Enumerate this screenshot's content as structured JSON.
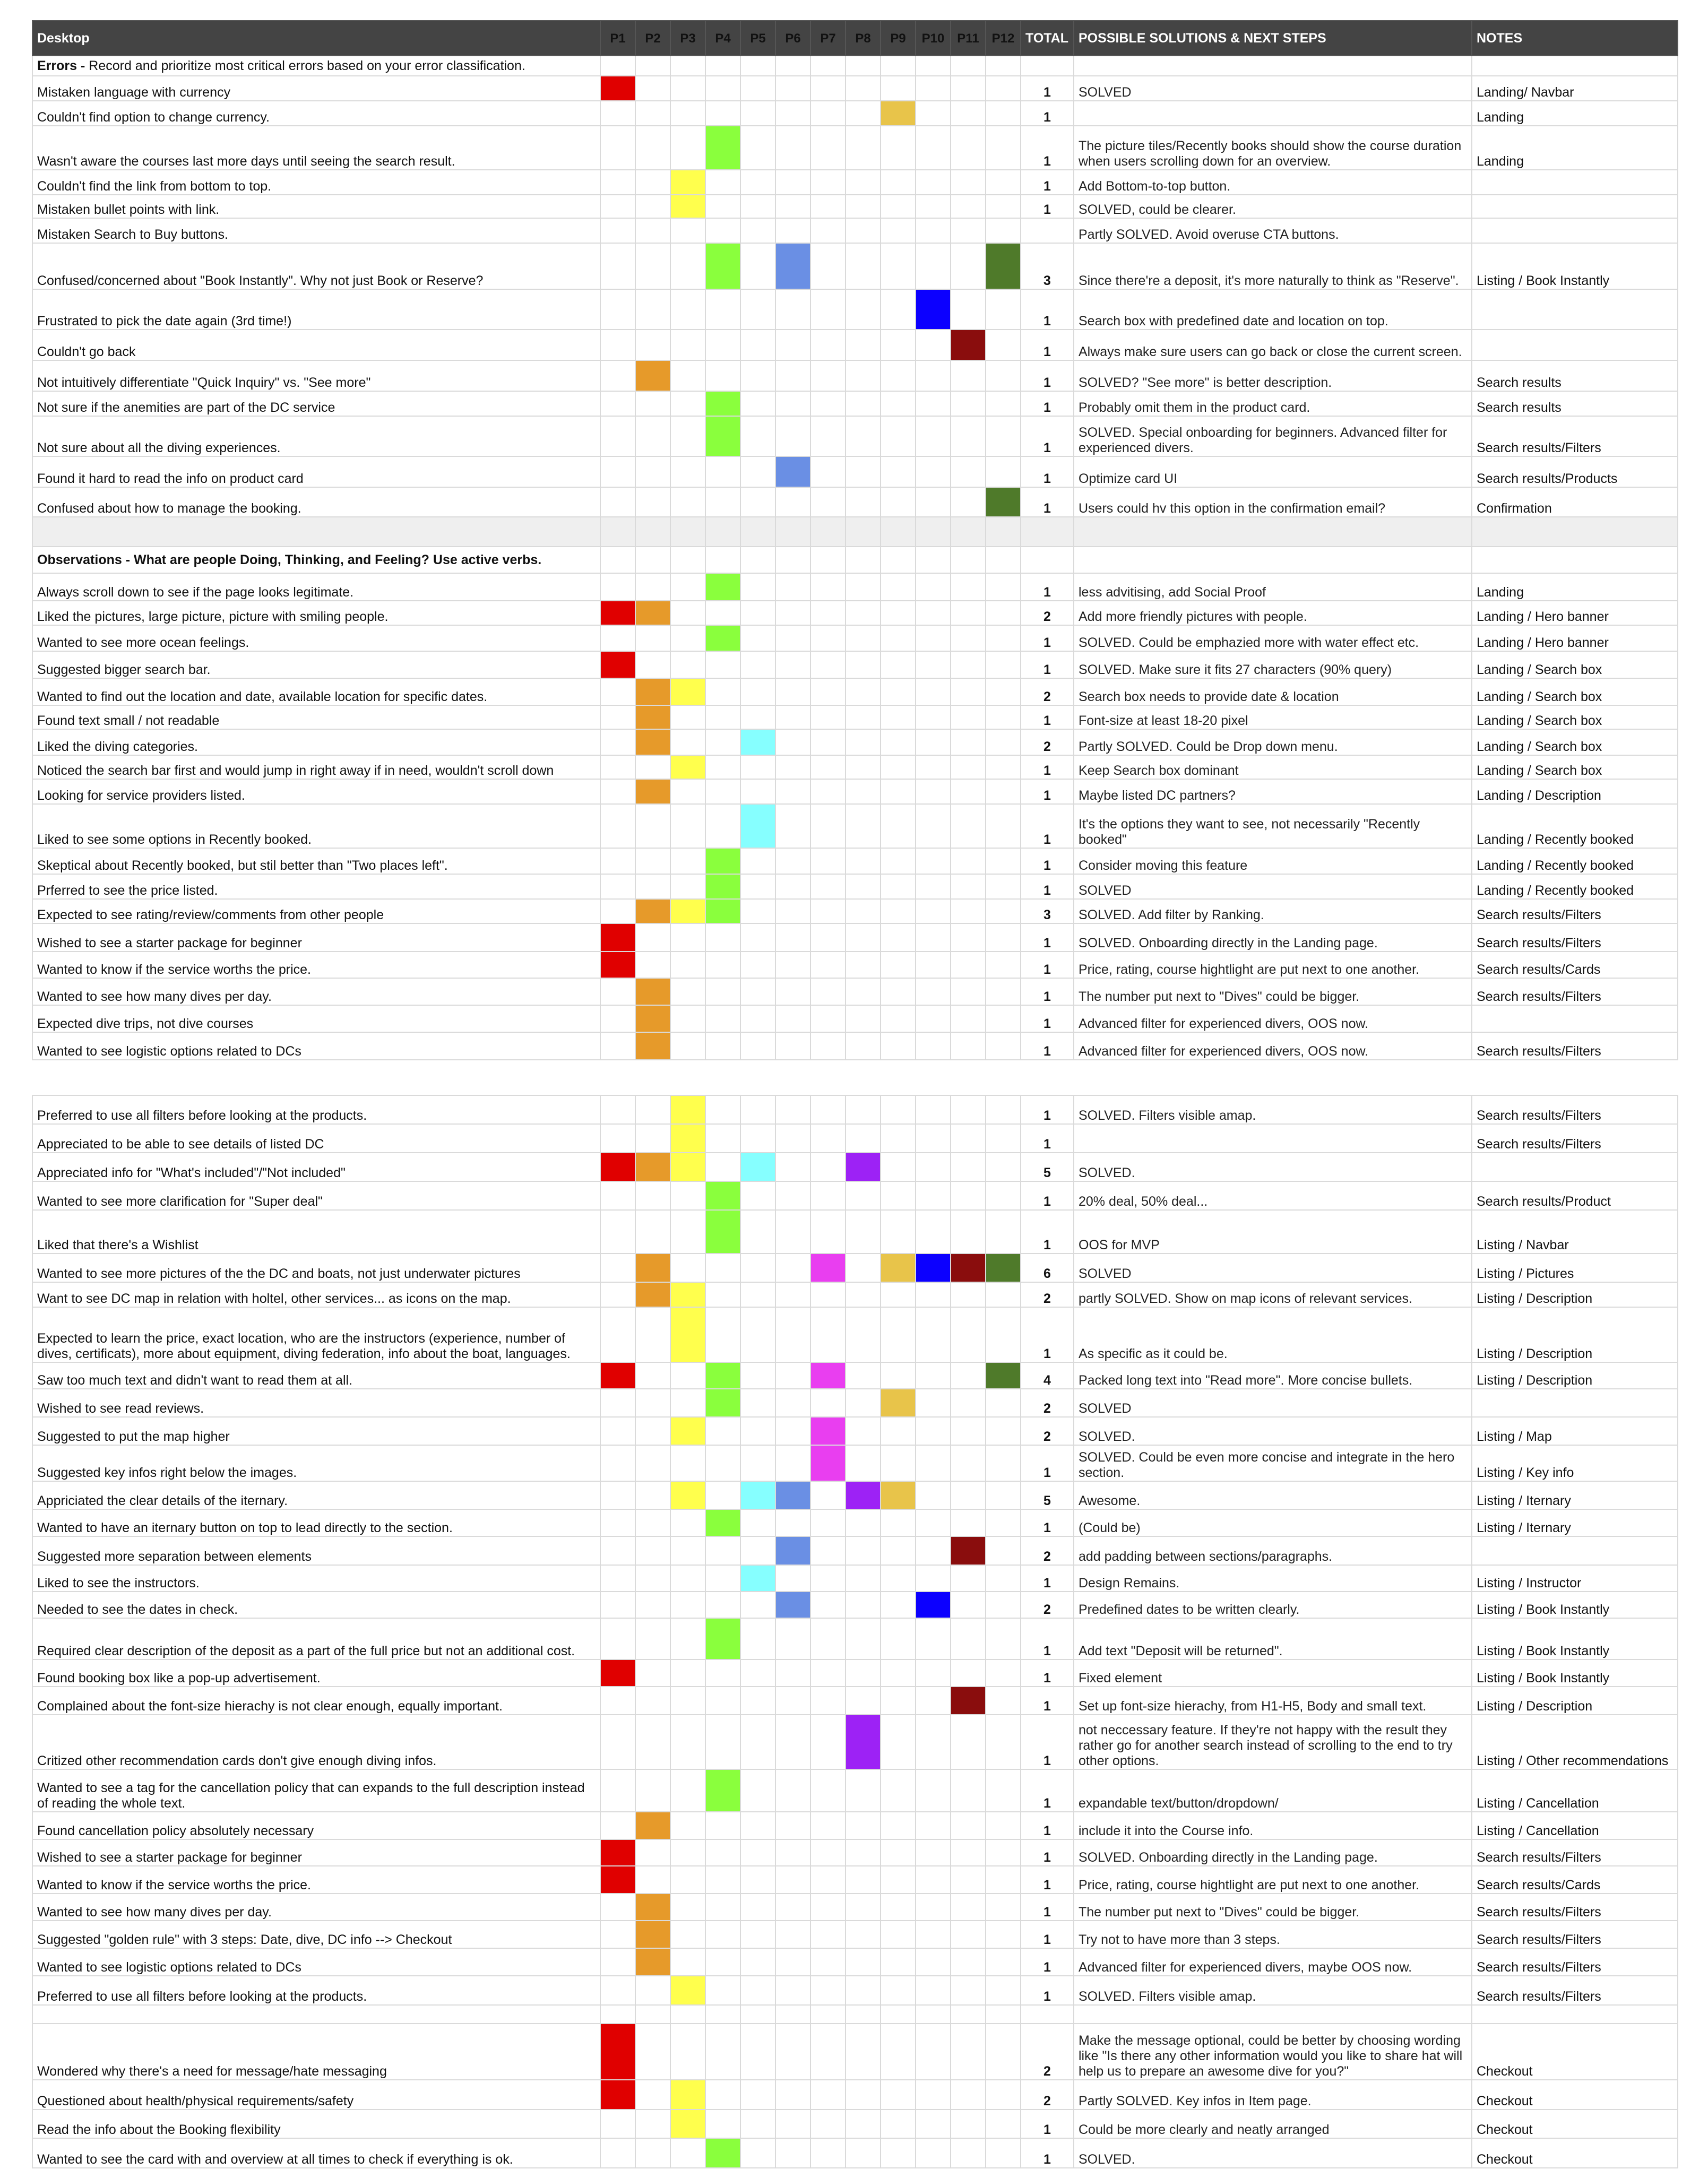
{
  "colors": {
    "P1": "#e00000",
    "P2": "#e69a2a",
    "P3": "#ffff4d",
    "P4": "#8aff3d",
    "P5": "#86ffff",
    "P6": "#6a8fe4",
    "P7": "#e93ef0",
    "P8": "#9d22f5",
    "P9": "#e8c44a",
    "P10": "#0c00ff",
    "P11": "#8a0d0d",
    "P12": "#4f7a2a"
  },
  "headers": {
    "desktop": "Desktop",
    "participants": [
      "P1",
      "P2",
      "P3",
      "P4",
      "P5",
      "P6",
      "P7",
      "P8",
      "P9",
      "P10",
      "P11",
      "P12"
    ],
    "total": "TOTAL",
    "solutions": "POSSIBLE SOLUTIONS & NEXT STEPS",
    "notes": "NOTES"
  },
  "sections": {
    "errors_title": "Errors - ",
    "errors_desc": "Record and prioritize most critical errors based on your error classification.",
    "observations_title": "Observations - What are people Doing, Thinking, and Feeling? Use active verbs."
  },
  "table1_errors": [
    {
      "text": "Mistaken language with currency",
      "p": [
        "P1"
      ],
      "total": "1",
      "sol": "SOLVED",
      "note": "Landing/ Navbar",
      "h": 47
    },
    {
      "text": "Couldn't find option to change currency.",
      "p": [
        "P9"
      ],
      "total": "1",
      "sol": "",
      "note": "Landing",
      "h": 47
    },
    {
      "text": "Wasn't aware the courses last more days until seeing the search result.",
      "p": [
        "P4"
      ],
      "total": "1",
      "sol": "The picture tiles/Recently books should show the course duration when users scrolling down for an overview.",
      "note": "Landing",
      "h": 83
    },
    {
      "text": "Couldn't find the link from bottom to top.",
      "p": [
        "P3"
      ],
      "total": "1",
      "sol": "Add Bottom-to-top button.",
      "note": "",
      "h": 47
    },
    {
      "text": "Mistaken bullet points with link.",
      "p": [
        "P3"
      ],
      "total": "1",
      "sol": "SOLVED, could be clearer.",
      "note": "",
      "h": 44
    },
    {
      "text": "Mistaken Search to Buy buttons.",
      "p": [],
      "total": "",
      "sol": "Partly SOLVED. Avoid overuse CTA buttons.",
      "note": "",
      "h": 47
    },
    {
      "text": "Confused/concerned about \"Book Instantly\". Why not just Book or Reserve?",
      "p": [
        "P4",
        "P6",
        "P12"
      ],
      "total": "3",
      "sol": "Since there're a deposit, it's more naturally to think as \"Reserve\".",
      "note": "Listing / Book Instantly",
      "h": 87
    },
    {
      "text": "Frustrated to pick the date again (3rd time!)",
      "p": [
        "P10"
      ],
      "total": "1",
      "sol": "Search box with predefined date and location on top.",
      "note": "",
      "h": 76
    },
    {
      "text": "Couldn't go back",
      "p": [
        "P11"
      ],
      "total": "1",
      "sol": "Always make sure users can go back or close the current screen.",
      "note": "",
      "h": 58
    },
    {
      "text": "Not intuitively differentiate \"Quick Inquiry\" vs. \"See more\"",
      "p": [
        "P2"
      ],
      "total": "1",
      "sol": "SOLVED? \"See more\" is better description.",
      "note": "Search results",
      "h": 58
    },
    {
      "text": "Not sure if the anemities are part of the DC service",
      "p": [
        "P4"
      ],
      "total": "1",
      "sol": "Probably omit them in the product card.",
      "note": "Search results",
      "h": 47
    },
    {
      "text": "Not sure about all the diving experiences.",
      "p": [
        "P4"
      ],
      "total": "1",
      "sol": "SOLVED. Special onboarding for beginners. Advanced filter for experienced divers.",
      "note": "Search results/Filters",
      "h": 76
    },
    {
      "text": "Found it hard to read the info on product card",
      "p": [
        "P6"
      ],
      "total": "1",
      "sol": "Optimize card UI",
      "note": "Search results/Products",
      "h": 58
    },
    {
      "text": "Confused about how to  manage the booking.",
      "p": [
        "P12"
      ],
      "total": "1",
      "sol": "Users could hv this option in the confirmation email?",
      "note": "Confirmation",
      "h": 56
    }
  ],
  "table1_obs": [
    {
      "text": "Always scroll down to see if the page looks legitimate.",
      "p": [
        "P4"
      ],
      "total": "1",
      "sol": "less advitising, add Social Proof",
      "note": "Landing",
      "h": 52
    },
    {
      "text": "Liked the pictures, large picture, picture with smiling people.",
      "p": [
        "P1",
        "P2"
      ],
      "total": "2",
      "sol": "Add more friendly pictures with people.",
      "note": "Landing / Hero banner",
      "h": 46
    },
    {
      "text": "Wanted to see more ocean feelings.",
      "p": [
        "P4"
      ],
      "total": "1",
      "sol": "SOLVED. Could be emphazied more with water effect etc.",
      "note": "Landing / Hero banner",
      "h": 49
    },
    {
      "text": "Suggested bigger search bar.",
      "p": [
        "P1"
      ],
      "total": "1",
      "sol": "SOLVED.  Make sure it fits 27 characters (90% query)",
      "note": "Landing / Search box",
      "h": 51
    },
    {
      "text": "Wanted to find out the location and date, available location for specific dates.",
      "p": [
        "P2",
        "P3"
      ],
      "total": "2",
      "sol": "Search box needs to provide date & location",
      "note": "Landing / Search box",
      "h": 51
    },
    {
      "text": "Found text small / not readable",
      "p": [
        "P2"
      ],
      "total": "1",
      "sol": "Font-size at least 18-20 pixel",
      "note": "Landing / Search box",
      "h": 45
    },
    {
      "text": "Liked the diving categories.",
      "p": [
        "P2",
        "P5"
      ],
      "total": "2",
      "sol": "Partly SOLVED. Could be Drop down menu.",
      "note": "Landing / Search box",
      "h": 49
    },
    {
      "text": "Noticed the search bar first and would jump in right away if in need, wouldn't scroll down",
      "p": [
        "P3"
      ],
      "total": "1",
      "sol": "Keep Search box dominant",
      "note": "Landing / Search box",
      "h": 45
    },
    {
      "text": "Looking for service providers listed.",
      "p": [
        "P2"
      ],
      "total": "1",
      "sol": "Maybe listed DC partners?",
      "note": "Landing / Description",
      "h": 47
    },
    {
      "text": "Liked to see some options in Recently booked.",
      "p": [
        "P5"
      ],
      "total": "1",
      "sol": "It's the options they want to see, not necessarily \"Recently booked\"",
      "note": "Landing / Recently booked",
      "h": 83
    },
    {
      "text": "Skeptical about Recently booked, but stil better than \"Two places left\".",
      "p": [
        "P4"
      ],
      "total": "1",
      "sol": "Consider moving this feature",
      "note": "Landing / Recently booked",
      "h": 49
    },
    {
      "text": "Prferred to see the price listed.",
      "p": [
        "P4"
      ],
      "total": "1",
      "sol": "SOLVED",
      "note": "Landing / Recently booked",
      "h": 47
    },
    {
      "text": "Expected to see rating/review/comments from other people",
      "p": [
        "P2",
        "P3",
        "P4"
      ],
      "total": "3",
      "sol": "SOLVED. Add filter by Ranking.",
      "note": "Search results/Filters",
      "h": 46
    },
    {
      "text": "Wished to see a starter package for beginner",
      "p": [
        "P1"
      ],
      "total": "1",
      "sol": "SOLVED. Onboarding directly in the Landing page.",
      "note": "Search results/Filters",
      "h": 53
    },
    {
      "text": "Wanted to know if the service worths the price.",
      "p": [
        "P1"
      ],
      "total": "1",
      "sol": "Price, rating, course hightlight are  put next to one another.",
      "note": "Search results/Cards",
      "h": 50
    },
    {
      "text": "Wanted to see how many dives per day.",
      "p": [
        "P2"
      ],
      "total": "1",
      "sol": "The number put next to \"Dives\" could be bigger.",
      "note": "Search results/Filters",
      "h": 51
    },
    {
      "text": "Expected dive trips, not dive courses",
      "p": [
        "P2"
      ],
      "total": "1",
      "sol": "Advanced filter for experienced divers,  OOS now.",
      "note": "",
      "h": 51
    },
    {
      "text": "Wanted to see logistic options related to DCs",
      "p": [
        "P2"
      ],
      "total": "1",
      "sol": "Advanced filter for experienced divers, OOS now.",
      "note": "Search results/Filters",
      "h": 52
    }
  ],
  "table2": [
    {
      "text": "Preferred to use all filters before looking at the products.",
      "p": [
        "P3"
      ],
      "total": "1",
      "sol": "SOLVED. Filters visible amap.",
      "note": "Search results/Filters",
      "h": 54
    },
    {
      "text": "Appreciated to be able to see details of listed DC",
      "p": [
        "P3"
      ],
      "total": "1",
      "sol": "",
      "note": "Search results/Filters",
      "h": 54
    },
    {
      "text": "Appreciated info for \"What's included\"/\"Not included\"",
      "p": [
        "P1",
        "P2",
        "P3",
        "P5",
        "P8"
      ],
      "total": "5",
      "sol": "SOLVED.",
      "note": "",
      "h": 54
    },
    {
      "text": "Wanted to see more clarification for \"Super deal\"",
      "p": [
        "P4"
      ],
      "total": "1",
      "sol": "20% deal, 50% deal...",
      "note": "Search results/Product",
      "h": 54
    },
    {
      "text": "Liked that there's a Wishlist",
      "p": [
        "P4"
      ],
      "total": "1",
      "sol": "OOS for MVP",
      "note": "Listing / Navbar",
      "h": 82
    },
    {
      "text": "Wanted to see more pictures of the the DC and boats, not just underwater pictures",
      "p": [
        "P2",
        "P7",
        "P9",
        "P10",
        "P11",
        "P12"
      ],
      "total": "6",
      "sol": "SOLVED",
      "note": "Listing / Pictures",
      "h": 54
    },
    {
      "text": "Want to see DC map in relation with holtel, other services... as icons on the map.",
      "p": [
        "P2",
        "P3"
      ],
      "total": "2",
      "sol": "partly SOLVED. Show on map icons of relevant services.",
      "note": "Listing / Description",
      "h": 47
    },
    {
      "text": "Expected to learn the price, exact location, who are the instructors (experience, number of dives, certificats), more about equipment, diving federation, info about the boat, languages.",
      "p": [
        "P3"
      ],
      "total": "1",
      "sol": "As specific as it could be.",
      "note": "Listing / Description",
      "h": 104
    },
    {
      "text": "Saw too much text and didn't want to read them at all.",
      "p": [
        "P1",
        "P4",
        "P7",
        "P12"
      ],
      "total": "4",
      "sol": "Packed long text into \"Read more\". More concise bullets.",
      "note": "Listing / Description",
      "h": 50
    },
    {
      "text": "Wished to see read reviews.",
      "p": [
        "P4",
        "P9"
      ],
      "total": "2",
      "sol": "SOLVED",
      "note": "",
      "h": 53
    },
    {
      "text": "Suggested to put the map higher",
      "p": [
        "P3",
        "P7"
      ],
      "total": "2",
      "sol": "SOLVED.",
      "note": "Listing / Map",
      "h": 53
    },
    {
      "text": "Suggested key infos right below the images.",
      "p": [
        "P7"
      ],
      "total": "1",
      "sol": "SOLVED. Could be even more concise and integrate in the hero section.",
      "note": "Listing / Key info",
      "h": 68
    },
    {
      "text": "Appriciated the clear details of the iternary.",
      "p": [
        "P3",
        "P5",
        "P6",
        "P8",
        "P9"
      ],
      "total": "5",
      "sol": "Awesome.",
      "note": "Listing / Iternary",
      "h": 53
    },
    {
      "text": "Wanted to have an iternary button on top to lead directly to the section.",
      "p": [
        "P4"
      ],
      "total": "1",
      "sol": "(Could be)",
      "note": "Listing / Iternary",
      "h": 51
    },
    {
      "text": "Suggested more separation between elements",
      "p": [
        "P6",
        "P11"
      ],
      "total": "2",
      "sol": "add padding between sections/paragraphs.",
      "note": "",
      "h": 54
    },
    {
      "text": "Liked to see the instructors.",
      "p": [
        "P5"
      ],
      "total": "1",
      "sol": "Design Remains.",
      "note": "Listing / Instructor",
      "h": 50
    },
    {
      "text": "Needed to see the dates in check.",
      "p": [
        "P6",
        "P10"
      ],
      "total": "2",
      "sol": "Predefined dates to be written clearly.",
      "note": "Listing / Book Instantly",
      "h": 50
    },
    {
      "text": "Required clear description of the deposit as a part of the full price but not an additional cost.",
      "p": [
        "P4"
      ],
      "total": "1",
      "sol": "Add text \"Deposit will be returned\".",
      "note": "Listing / Book Instantly",
      "h": 78
    },
    {
      "text": "Found booking box like a pop-up advertisement.",
      "p": [
        "P1"
      ],
      "total": "1",
      "sol": "Fixed element",
      "note": "Listing / Book Instantly",
      "h": 51
    },
    {
      "text": "Complained about the font-size hierachy is not clear enough, equally important.",
      "p": [
        "P11"
      ],
      "total": "1",
      "sol": "Set up font-size hierachy, from H1-H5, Body and small text.",
      "note": "Listing / Description",
      "h": 53
    },
    {
      "text": "Critized other recommendation cards don't give enough diving infos.",
      "p": [
        "P8"
      ],
      "total": "1",
      "sol": "not neccessary feature. If they're not happy with the result they rather go for another search instead of scrolling to the end to try other options.",
      "note": "Listing / Other recommendations",
      "h": 103
    },
    {
      "text": "Wanted to see a tag for the cancellation policy that can expands to the full description instead of reading the whole text.",
      "p": [
        "P4"
      ],
      "total": "1",
      "sol": "expandable text/button/dropdown/",
      "note": "Listing / Cancellation",
      "h": 80
    },
    {
      "text": "Found cancellation policy absolutely necessary",
      "p": [
        "P2"
      ],
      "total": "1",
      "sol": "include it into the Course info.",
      "note": "Listing / Cancellation",
      "h": 52
    },
    {
      "text": "Wished to see a starter package for beginner",
      "p": [
        "P1"
      ],
      "total": "1",
      "sol": "SOLVED. Onboarding directly in the Landing page.",
      "note": "Search results/Filters",
      "h": 50
    },
    {
      "text": "Wanted to know if the service worths the price.",
      "p": [
        "P1"
      ],
      "total": "1",
      "sol": "Price, rating, course hightlight are  put next to one another.",
      "note": "Search results/Cards",
      "h": 52
    },
    {
      "text": "Wanted to see how many dives per day.",
      "p": [
        "P2"
      ],
      "total": "1",
      "sol": "The number put next to \"Dives\" could be bigger.",
      "note": "Search results/Filters",
      "h": 51
    },
    {
      "text": "Suggested \"golden rule\" with 3 steps: Date, dive, DC info --> Checkout",
      "p": [
        "P2"
      ],
      "total": "1",
      "sol": "Try not to have more than 3 steps.",
      "note": "Search results/Filters",
      "h": 52
    },
    {
      "text": "Wanted to see logistic options related to DCs",
      "p": [
        "P2"
      ],
      "total": "1",
      "sol": "Advanced filter for experienced divers, maybe OOS now.",
      "note": "Search results/Filters",
      "h": 52
    },
    {
      "text": "Preferred to use all filters before looking at the products.",
      "p": [
        "P3"
      ],
      "total": "1",
      "sol": "SOLVED. Filters visible amap.",
      "note": "Search results/Filters",
      "h": 55
    },
    {
      "text": "",
      "p": [],
      "total": "",
      "sol": "",
      "note": "",
      "h": 35
    },
    {
      "text": "Wondered why there's a need for message/hate messaging",
      "p": [
        "P1"
      ],
      "total": "2",
      "sol": "Make the message optional, could be better by choosing wording like \"Is there any other information would you like to share hat will help us to prepare an awesome dive for you?\"",
      "note": "Checkout",
      "h": 106
    },
    {
      "text": "Questioned about health/physical requirements/safety",
      "p": [
        "P1",
        "P3"
      ],
      "total": "2",
      "sol": "Partly SOLVED. Key infos in Item page.",
      "note": "Checkout",
      "h": 56
    },
    {
      "text": "Read the info about the Booking flexibility",
      "p": [
        "P3"
      ],
      "total": "1",
      "sol": "Could be more clearly and neatly arranged",
      "note": "Checkout",
      "h": 54
    },
    {
      "text": "Wanted to see the card with and overview at all times to check if everything is ok.",
      "p": [
        "P4"
      ],
      "total": "1",
      "sol": "SOLVED.",
      "note": "Checkout",
      "h": 56
    }
  ]
}
